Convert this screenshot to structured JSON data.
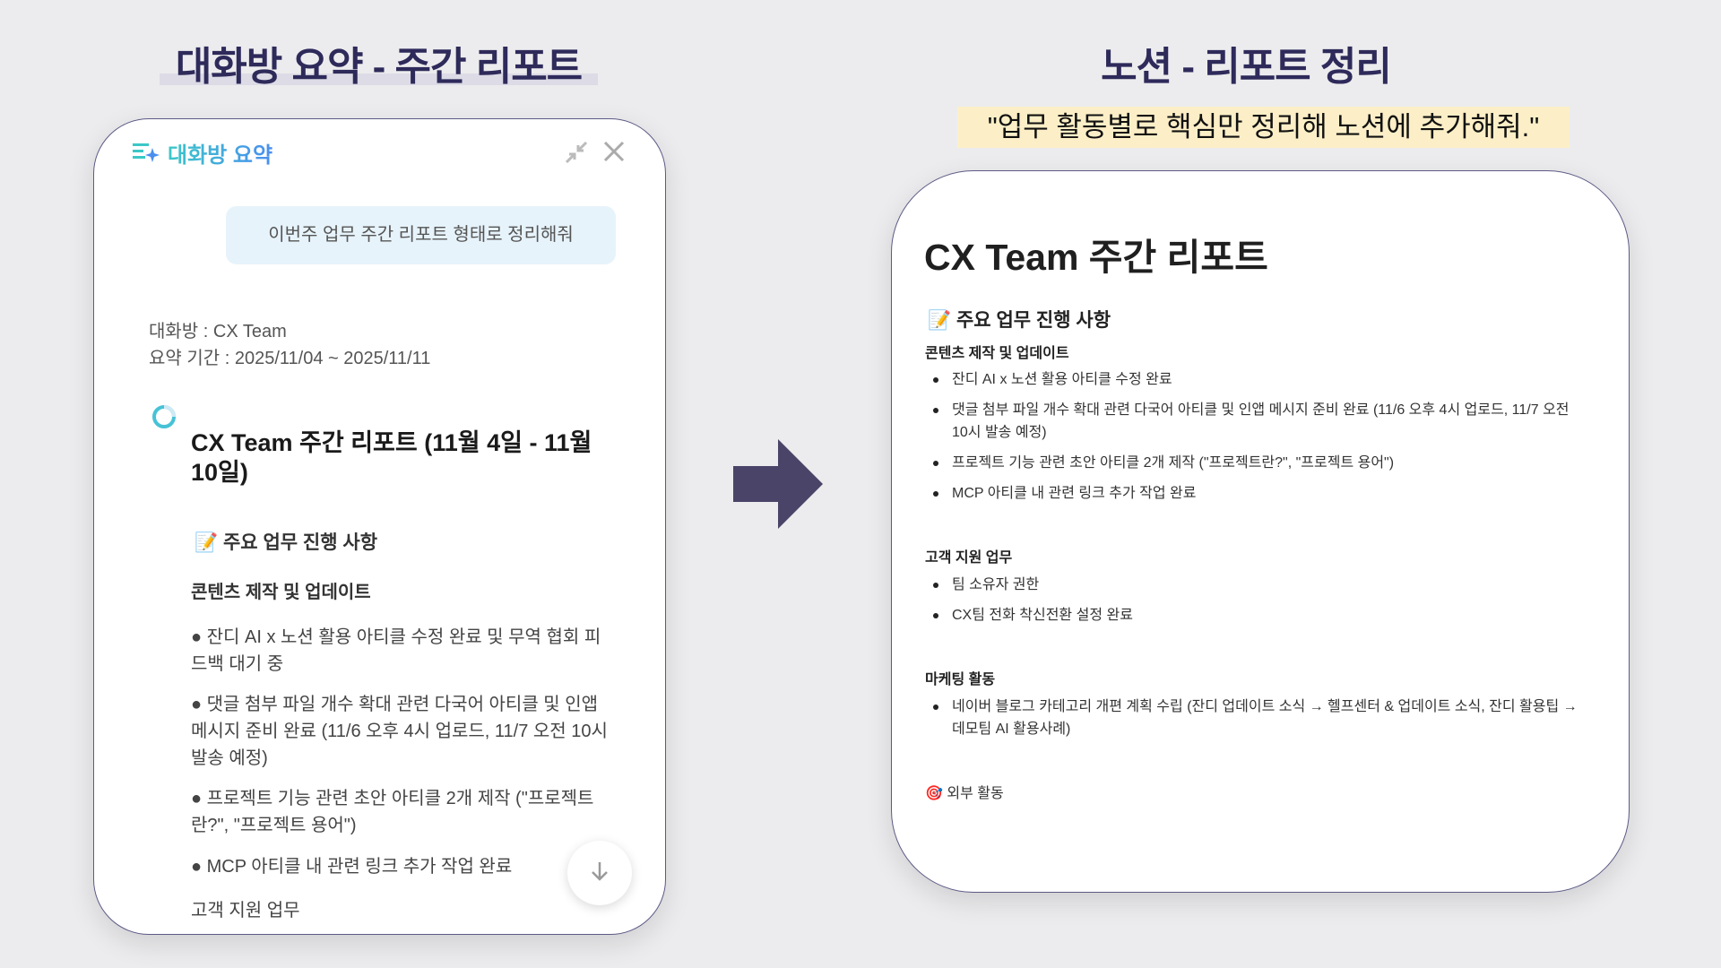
{
  "left_heading": "대화방 요약 - 주간 리포트",
  "right_heading": "노션 - 리포트 정리",
  "prompt_quote": "\"업무 활동별로 핵심만 정리해 노션에 추가해줘.\"",
  "colors": {
    "heading": "#2e2a5a",
    "arrow": "#4a4468",
    "quote_bg": "#fcefc7",
    "bubble_bg": "#e7f3fb"
  },
  "summary_panel": {
    "title": "대화방 요약",
    "icons": [
      "summary-sparkle-icon",
      "minimize-icon",
      "close-icon",
      "loading-spinner-icon",
      "arrow-down-icon"
    ],
    "user_message": "이번주 업무 주간 리포트 형태로 정리해줘",
    "chat_room": "대화방 : CX Team",
    "period": "요약 기간 : 2025/11/04 ~ 2025/11/11",
    "report_title": "CX Team 주간 리포트 (11월 4일 - 11월 10일)",
    "section": "📝 주요 업무 진행 사항",
    "subsection": "콘텐츠 제작 및 업데이트",
    "bullets": [
      "● 잔디 AI x 노션 활용 아티클 수정 완료 및 무역 협회 피드백 대기 중",
      "● 댓글 첨부 파일 개수 확대 관련 다국어 아티클 및 인앱 메시지 준비 완료 (11/6 오후 4시 업로드, 11/7 오전 10시 발송 예정)",
      "● 프로젝트 기능 관련 초안 아티클 2개 제작 (\"프로젝트란?\", \"프로젝트 용어\")",
      "● MCP 아티클 내 관련 링크 추가 작업 완료"
    ],
    "next_subsection": "고객 지원 업무"
  },
  "notion_page": {
    "title": "CX Team 주간 리포트",
    "section": "📝 주요 업무 진행 사항",
    "groups": [
      {
        "heading": "콘텐츠 제작 및 업데이트",
        "items": [
          "잔디 AI x 노션 활용 아티클 수정 완료",
          "댓글 첨부 파일 개수 확대 관련 다국어 아티클 및 인앱 메시지 준비 완료 (11/6 오후 4시 업로드, 11/7 오전 10시 발송 예정)",
          "프로젝트 기능 관련 초안 아티클 2개 제작 (\"프로젝트란?\", \"프로젝트 용어\")",
          "MCP 아티클 내 관련 링크 추가 작업 완료"
        ]
      },
      {
        "heading": "고객 지원 업무",
        "items": [
          "팀 소유자 권한",
          "CX팀 전화 착신전환 설정 완료"
        ]
      },
      {
        "heading": "마케팅 활동",
        "items": [
          "네이버 블로그 카테고리 개편 계획 수립 (잔디 업데이트 소식 → 헬프센터 & 업데이트 소식, 잔디 활용팁 → 데모팀 AI 활용사례)"
        ]
      }
    ],
    "external": "🎯 외부 활동"
  }
}
